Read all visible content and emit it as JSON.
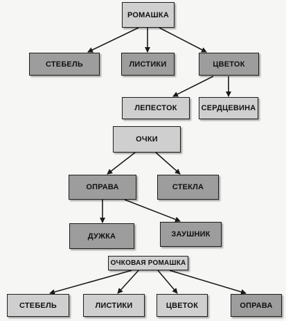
{
  "diagram": {
    "romashka": {
      "root": "РОМАШКА",
      "stem": "СТЕБЕЛЬ",
      "leaves": "ЛИСТИКИ",
      "flower": "ЦВЕТОК",
      "petal": "ЛЕПЕСТОК",
      "core": "СЕРДЦЕВИНА"
    },
    "ochki": {
      "root": "ОЧКИ",
      "frame": "ОПРАВА",
      "lenses": "СТЕКЛА",
      "temple": "ДУЖКА",
      "earpiece": "ЗАУШНИК"
    },
    "combined": {
      "root": "ОЧКОВАЯ РОМАШКА",
      "stem": "СТЕБЕЛЬ",
      "leaves": "ЛИСТИКИ",
      "flower": "ЦВЕТОК",
      "frame": "ОПРАВА"
    }
  }
}
